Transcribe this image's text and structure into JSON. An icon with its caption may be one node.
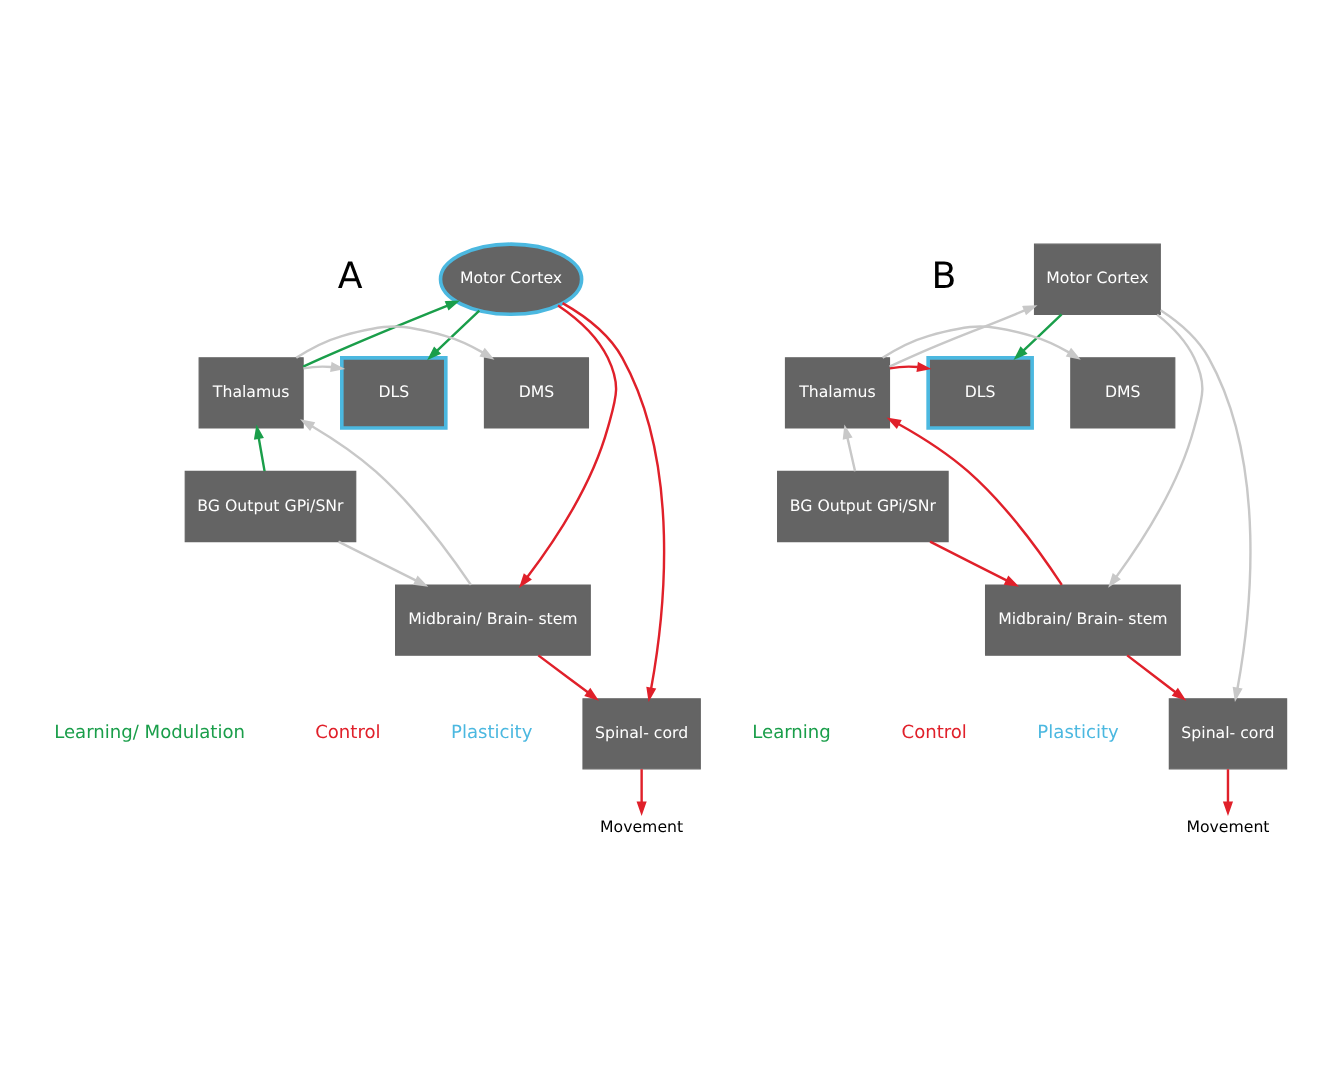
{
  "diagram": {
    "nodes": [
      {
        "text": [
          "Motor Cortex"
        ]
      },
      {
        "text": [
          "Thalamus"
        ]
      },
      {
        "text": [
          "DLS"
        ]
      },
      {
        "text": [
          "DMS"
        ]
      },
      {
        "text": [
          "BG Output GPi/SNr"
        ]
      },
      {
        "text": [
          "Midbrain/ Brain- stem"
        ]
      },
      {
        "text": [
          "Spinal- cord"
        ]
      },
      {
        "text": [
          "Movement"
        ]
      },
      {
        "text": [
          "Motor Cortex"
        ]
      },
      {
        "text": [
          "Thalamus"
        ]
      },
      {
        "text": [
          "DLS"
        ]
      },
      {
        "text": [
          "DMS"
        ]
      },
      {
        "text": [
          "BG Output GPi/SNr"
        ]
      },
      {
        "text": [
          "Midbrain/ Brain- stem"
        ]
      },
      {
        "text": [
          "Spinal- cord"
        ]
      },
      {
        "text": [
          "Movement"
        ]
      }
    ],
    "edges": [
      {
        "from": 1,
        "to": 0,
        "arrow": "to",
        "color": "#1a9e4a"
      },
      {
        "from": 0,
        "to": 2,
        "arrow": "to",
        "color": "#1a9e4a"
      },
      {
        "from": 0,
        "to": 5,
        "arrow": "to"
      },
      {
        "from": 0,
        "to": 6,
        "arrow": "to"
      },
      {
        "from": 1,
        "to": 2,
        "arrow": "to",
        "color": "#c8c8c8"
      },
      {
        "from": 1,
        "to": 3,
        "arrow": "to",
        "color": "#c8c8c8"
      },
      {
        "from": 4,
        "to": 1,
        "arrow": "to",
        "color": "#1a9e4a"
      },
      {
        "from": 4,
        "to": 5,
        "arrow": "to",
        "color": "#c8c8c8"
      },
      {
        "from": 5,
        "to": 1,
        "arrow": "to",
        "color": "#c8c8c8"
      },
      {
        "from": 5,
        "to": 6,
        "arrow": "to"
      },
      {
        "from": 6,
        "to": 7,
        "arrow": "to"
      },
      {
        "from": 9,
        "to": 8,
        "arrow": "to",
        "color": "#c8c8c8"
      },
      {
        "from": 8,
        "to": 10,
        "arrow": "to",
        "color": "#1a9e4a"
      },
      {
        "from": 8,
        "to": 13,
        "arrow": "to",
        "color": "#c8c8c8"
      },
      {
        "from": 8,
        "to": 14,
        "arrow": "to",
        "color": "#c8c8c8"
      },
      {
        "from": 9,
        "to": 10,
        "arrow": "to"
      },
      {
        "from": 9,
        "to": 11,
        "arrow": "to",
        "color": "#c8c8c8"
      },
      {
        "from": 12,
        "to": 9,
        "arrow": "to",
        "color": "#c8c8c8"
      },
      {
        "from": 12,
        "to": 13,
        "arrow": "to"
      },
      {
        "from": 13,
        "to": 9,
        "arrow": "to"
      },
      {
        "from": 13,
        "to": 14,
        "arrow": "to"
      },
      {
        "from": 14,
        "to": 15,
        "arrow": "to"
      }
    ],
    "labels": [
      "A",
      "B"
    ],
    "legend": [
      {
        "text": "Learning/ Modulation",
        "color": "#1a9e4a"
      },
      {
        "text": "Control",
        "color": "#e0202a"
      },
      {
        "text": "Plasticity",
        "color": "#4bb8e0"
      },
      {
        "text": "Learning",
        "color": "#1a9e4a"
      },
      {
        "text": "Control",
        "color": "#e0202a"
      },
      {
        "text": "Plasticity",
        "color": "#4bb8e0"
      }
    ]
  }
}
